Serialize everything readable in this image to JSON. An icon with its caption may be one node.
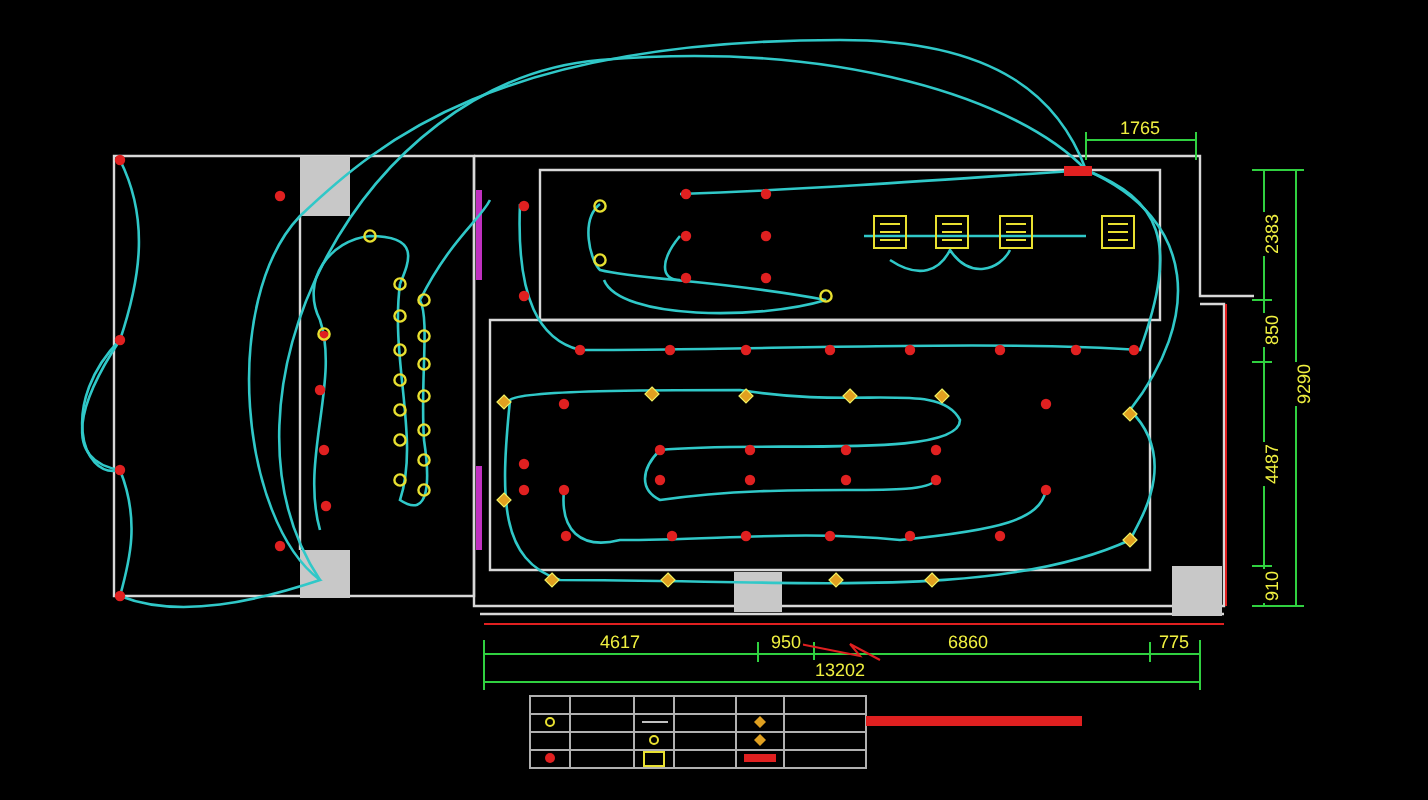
{
  "diagram": {
    "labels": [
      "1765",
      "2383",
      "850",
      "9290",
      "4487",
      "910",
      "4617",
      "950",
      "6860",
      "775",
      "13202"
    ]
  }
}
